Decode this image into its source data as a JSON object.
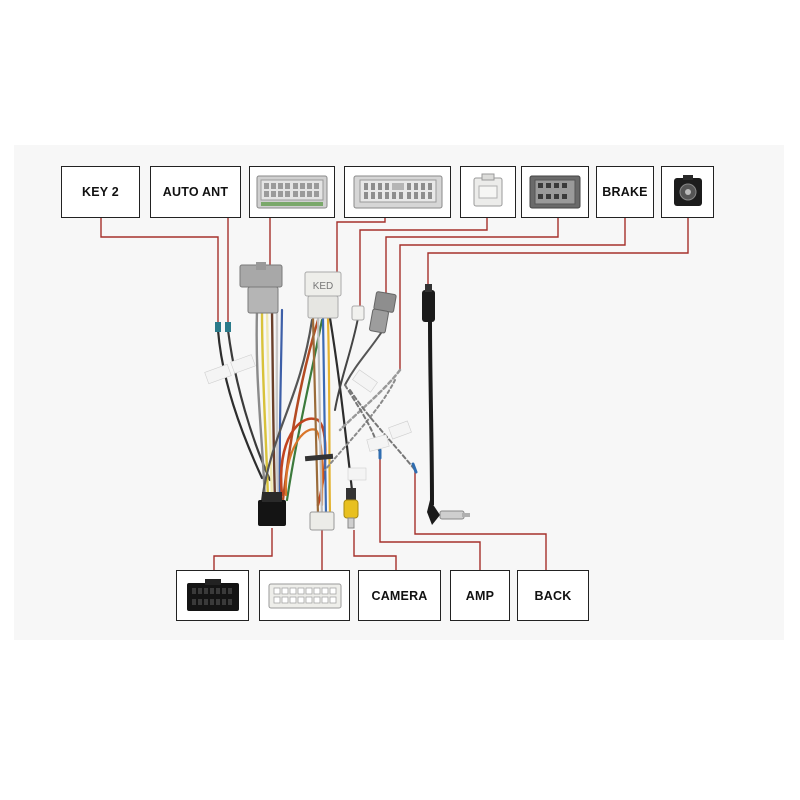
{
  "labels": {
    "key2": "KEY 2",
    "auto_ant": "AUTO ANT",
    "brake": "BRAKE",
    "camera": "CAMERA",
    "amp": "AMP",
    "back": "BACK",
    "connector_stamp": "KED"
  },
  "colors": {
    "leader_line": "#a5302c",
    "box_border": "#222222",
    "connector_grey": "#b4b4b4",
    "connector_white": "#eeeeea",
    "connector_black": "#1c1c1c",
    "rca_yellow": "#e8c020"
  },
  "icons": {
    "top_connectors": [
      "connector-16pin-grey-icon",
      "connector-24pin-grey-icon",
      "connector-small-white-icon",
      "connector-dark-grey-icon",
      "connector-black-round-icon"
    ],
    "bottom_connectors": [
      "connector-16pin-black-icon",
      "connector-16pin-white-icon"
    ]
  }
}
